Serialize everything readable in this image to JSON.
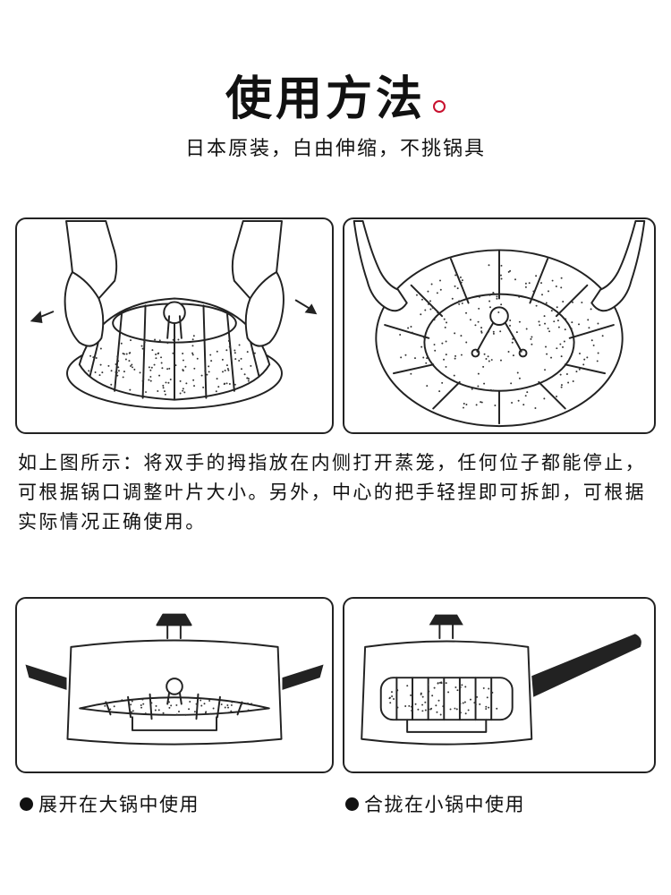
{
  "header": {
    "title": "使用方法",
    "subtitle": "日本原装，白由伸缩，不挑锅具"
  },
  "panels": [
    {
      "illustration": "hands-pushing-steamer-open"
    },
    {
      "illustration": "hands-holding-expanded-steamer"
    },
    {
      "illustration": "steamer-expanded-in-large-pot"
    },
    {
      "illustration": "steamer-folded-in-small-pot"
    }
  ],
  "description": "如上图所示：将双手的拇指放在内侧打开蒸笼，任何位子都能停止，可根据锅口调整叶片大小。另外，中心的把手轻捏即可拆卸，可根据实际情况正确使用。",
  "captions": {
    "large_pot": "展开在大锅中使用",
    "small_pot": "合拢在小锅中使用"
  },
  "colors": {
    "accent": "#c8102e",
    "ink": "#222222"
  }
}
